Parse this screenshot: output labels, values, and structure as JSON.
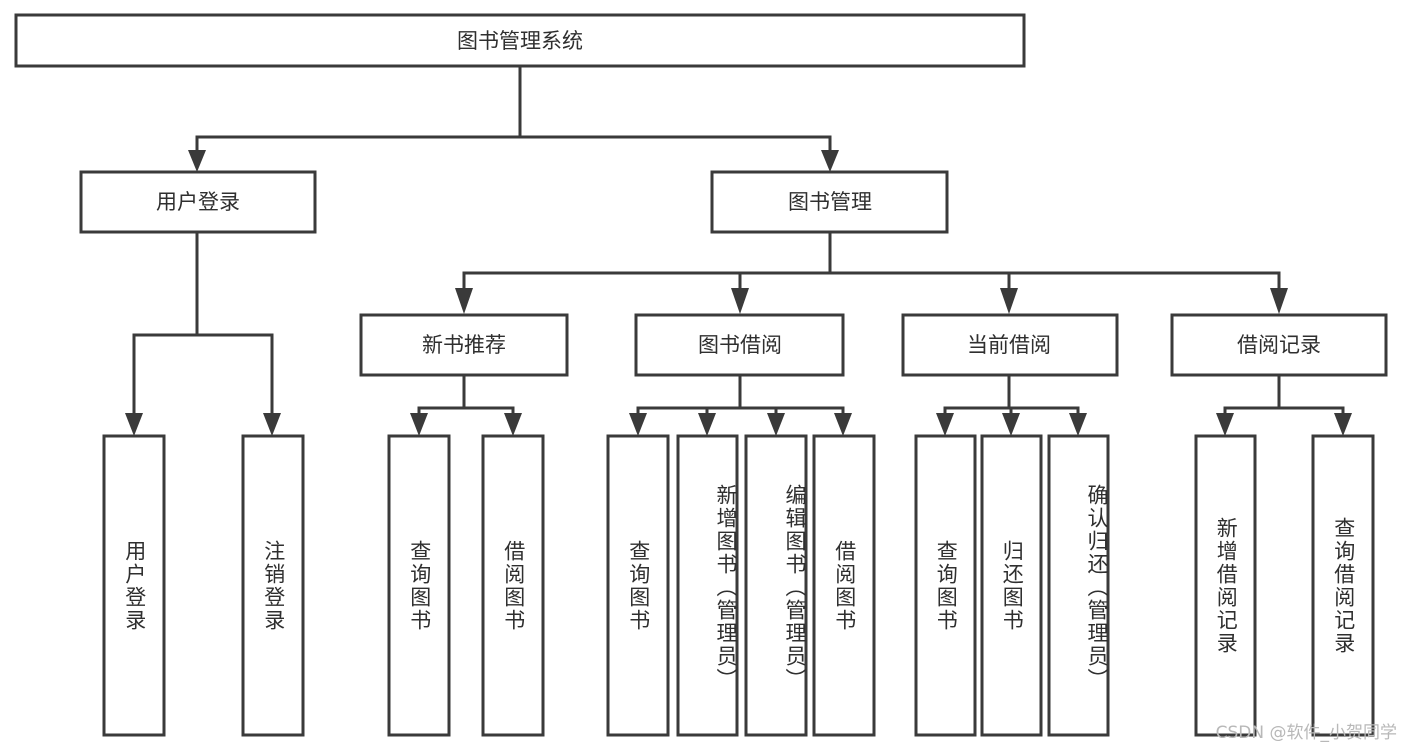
{
  "diagram": {
    "type": "tree-hierarchy",
    "title": "图书管理系统",
    "watermark": "CSDN @软件_小贺同学",
    "colors": {
      "stroke": "#3a3a3a",
      "fill": "#ffffff",
      "text": "#2f2f2f",
      "watermark": "#b8b8b8"
    },
    "levels": {
      "root": {
        "label": "图书管理系统"
      },
      "level2": [
        {
          "label": "用户登录"
        },
        {
          "label": "图书管理"
        }
      ],
      "level3": [
        {
          "label": "新书推荐"
        },
        {
          "label": "图书借阅"
        },
        {
          "label": "当前借阅"
        },
        {
          "label": "借阅记录"
        }
      ]
    },
    "leaves": {
      "user_login": [
        {
          "label": "用户登录"
        },
        {
          "label": "注销登录"
        }
      ],
      "new_book_recommend": [
        {
          "label": "查询图书"
        },
        {
          "label": "借阅图书"
        }
      ],
      "book_borrow": [
        {
          "label": "查询图书"
        },
        {
          "label": "新增图书（管理员）"
        },
        {
          "label": "编辑图书（管理员）"
        },
        {
          "label": "借阅图书"
        }
      ],
      "current_borrow": [
        {
          "label": "查询图书"
        },
        {
          "label": "归还图书"
        },
        {
          "label": "确认归还（管理员）"
        }
      ],
      "borrow_records": [
        {
          "label": "新增借阅记录"
        },
        {
          "label": "查询借阅记录"
        }
      ]
    }
  }
}
